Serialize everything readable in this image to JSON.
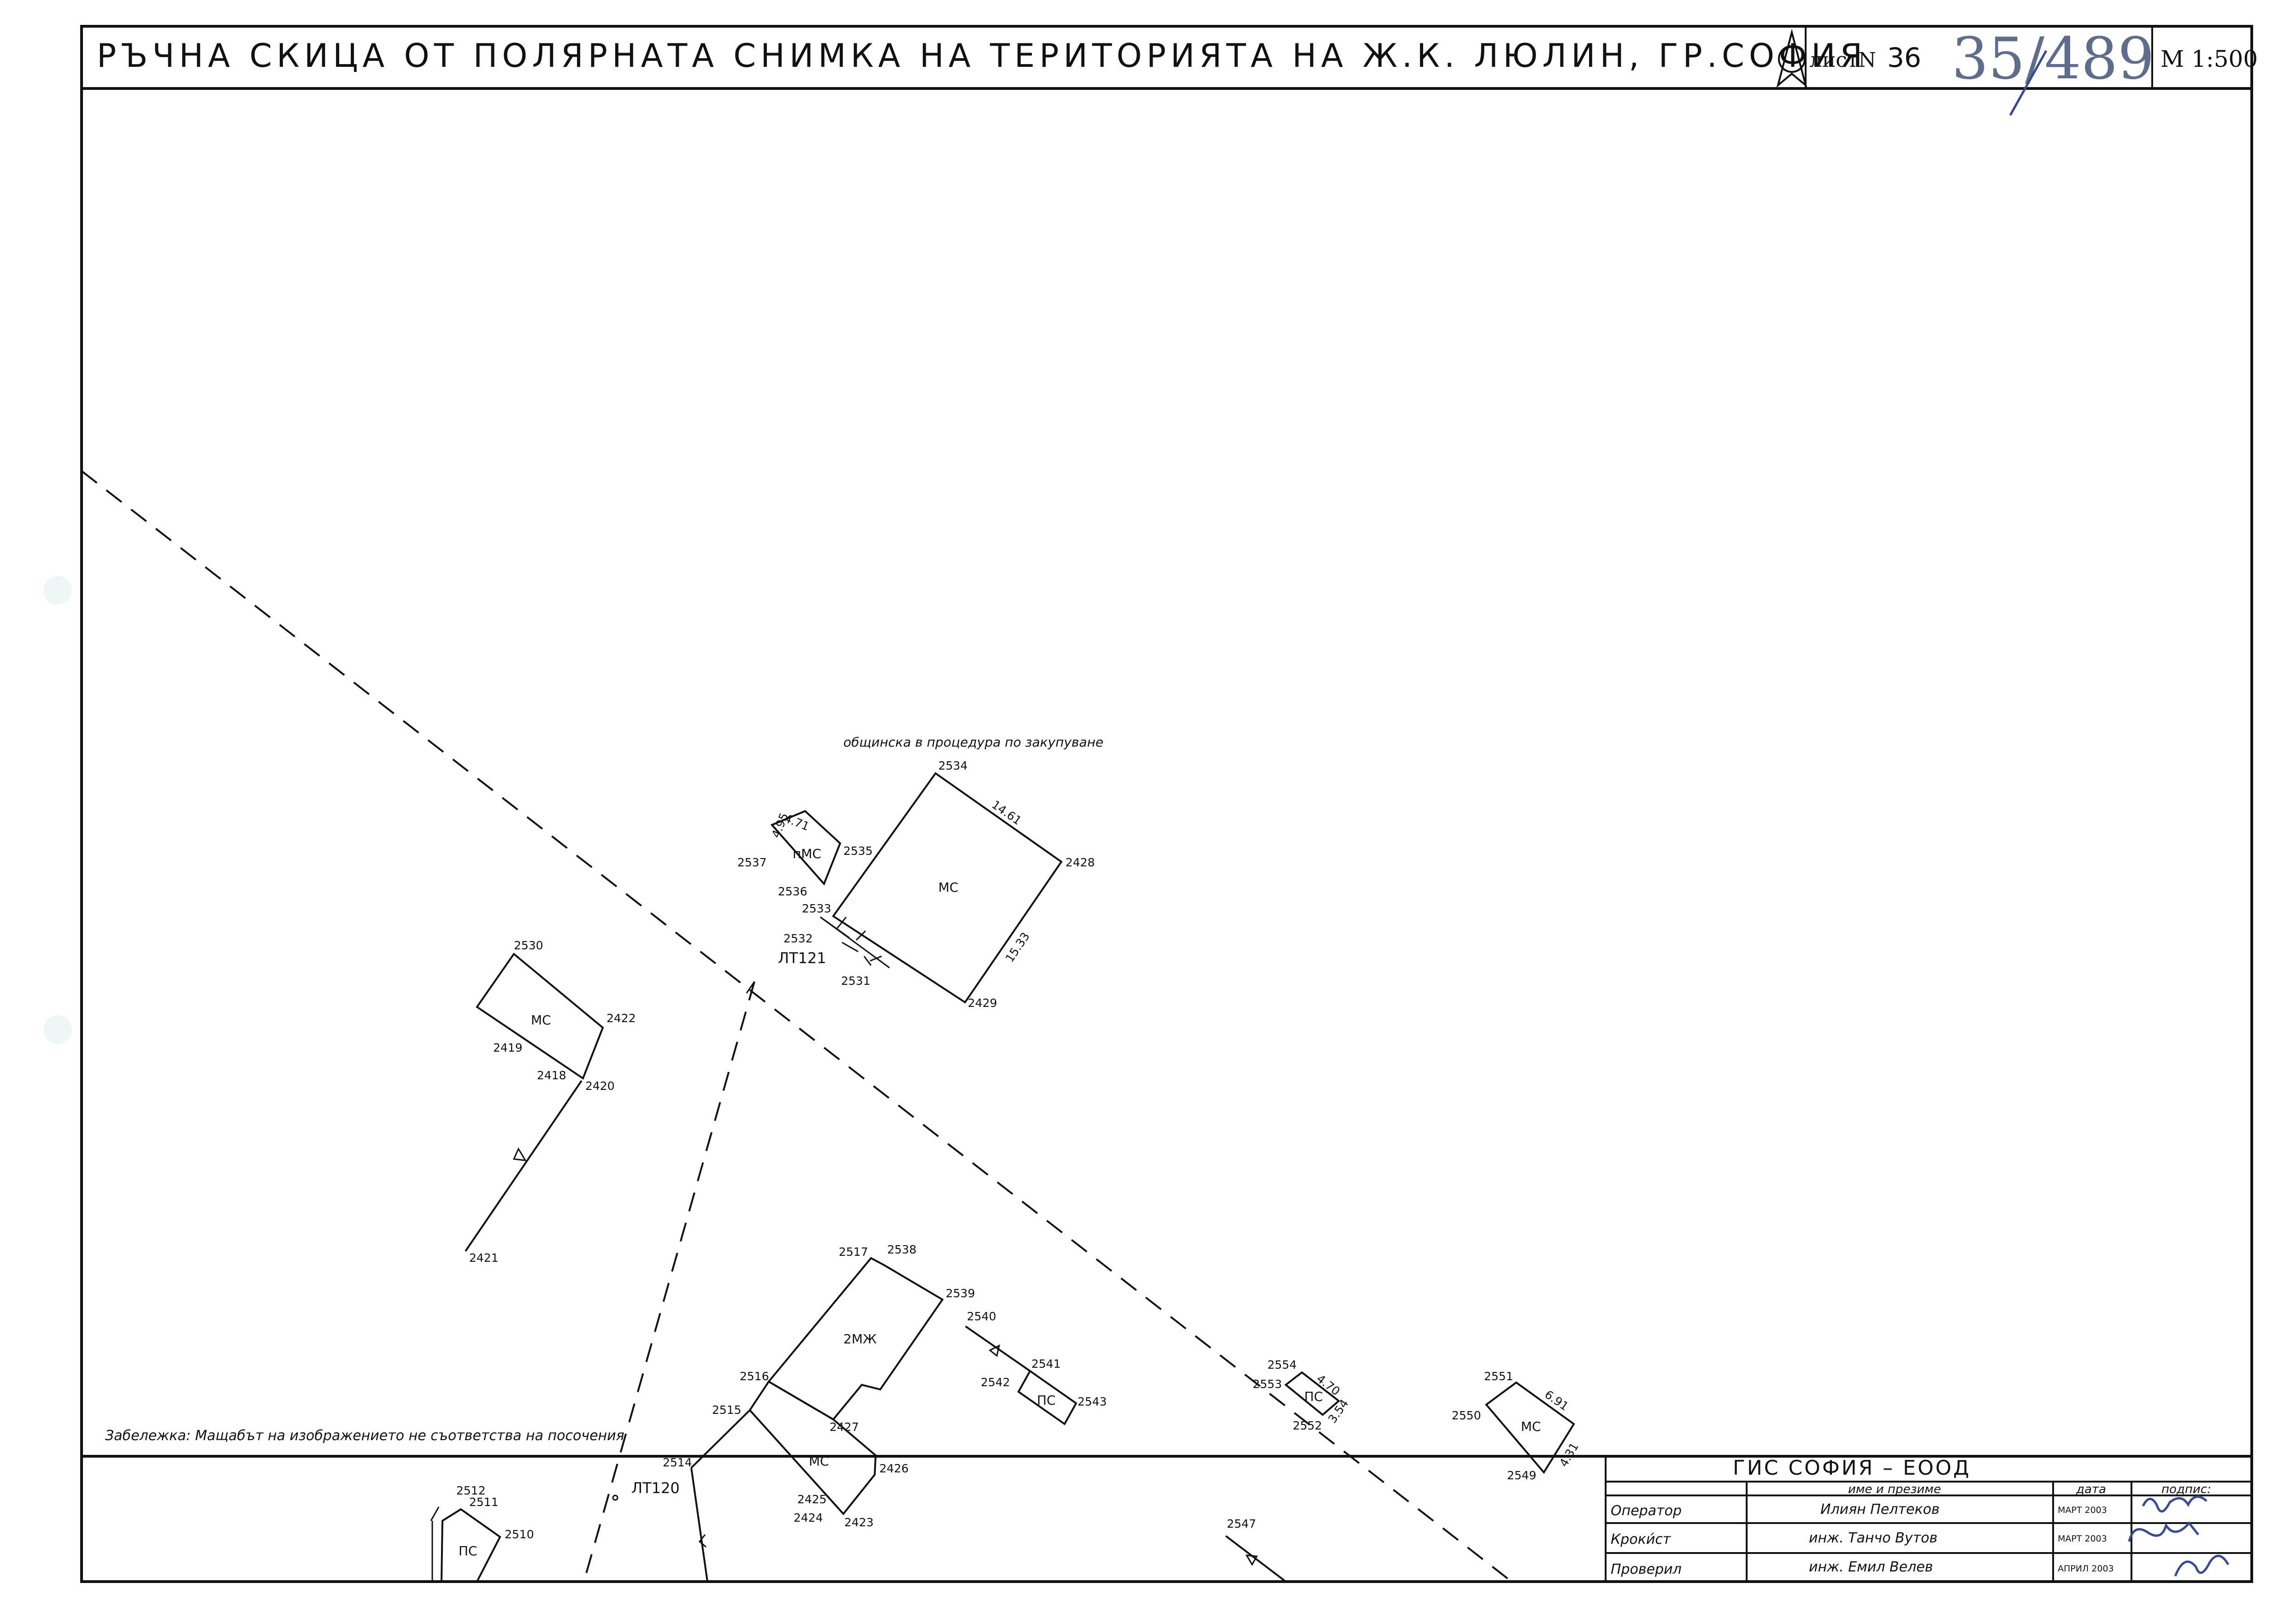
{
  "sheet": {
    "title": "РЪЧНА СКИЦА ОТ ПОЛЯРНАТА СНИМКА НА ТЕРИТОРИЯТА НА Ж.К. ЛЮЛИН, ГР.СОФИЯ",
    "sheet_label": "листN",
    "sheet_number": "36",
    "handwritten_sheet_code": "35/489",
    "scale": "М 1:500",
    "note": "Забележка: Мащабът на изображението не съответства на посочения",
    "municipal_note": "общинска в процедура по закупуване"
  },
  "buildings": {
    "b1_label": "МС",
    "b2_label": "пМС",
    "b3_label": "МС",
    "b4_label": "2МЖ",
    "b5_label": "МС",
    "b6_label": "ПС",
    "b7_label": "ПС",
    "b8_label": "МС",
    "b9_label": "ПС"
  },
  "lines": {
    "lt121": "ЛТ121",
    "lt120": "ЛТ120"
  },
  "points": {
    "p2534": "2534",
    "p2428": "2428",
    "p2429": "2429",
    "p2533": "2533",
    "p2532": "2532",
    "p2531": "2531",
    "p2535": "2535",
    "p2536": "2536",
    "p2537": "2537",
    "p2530": "2530",
    "p2422": "2422",
    "p2419": "2419",
    "p2418": "2418",
    "p2420": "2420",
    "p2421": "2421",
    "p2517": "2517",
    "p2538": "2538",
    "p2539": "2539",
    "p2516": "2516",
    "p2515": "2515",
    "p2427": "2427",
    "p2514": "2514",
    "p2426": "2426",
    "p2425": "2425",
    "p2424": "2424",
    "p2423": "2423",
    "p2540": "2540",
    "p2541": "2541",
    "p2542": "2542",
    "p2543": "2543",
    "p2554": "2554",
    "p2553": "2553",
    "p2552": "2552",
    "p2551": "2551",
    "p2550": "2550",
    "p2549": "2549",
    "p2512": "2512",
    "p2511": "2511",
    "p2510": "2510",
    "p2547": "2547"
  },
  "dimensions": {
    "d1461": "14.61",
    "d1533": "15.33",
    "d495": "4.95",
    "d471": "4.71",
    "d470": "4.70",
    "d354": "3.54",
    "d691": "6.91",
    "d431": "4.31"
  },
  "title_block": {
    "company": "ГИС СОФИЯ – ЕООД",
    "col_name": "име и презиме",
    "col_date": "дата",
    "col_sign": "подпис:",
    "rows": [
      {
        "role": "Оператор",
        "name": "Илиян Пелтеков",
        "date": "МАРТ 2003"
      },
      {
        "role": "Кроки́ст",
        "name": "инж. Танчо Вутов",
        "date": "МАРТ 2003"
      },
      {
        "role": "Проверил",
        "name": "инж. Емил Велев",
        "date": "АПРИЛ 2003"
      }
    ]
  },
  "colors": {
    "ink": "#111111",
    "pencil": "#5f6d8a",
    "signature": "#3a4a90"
  }
}
